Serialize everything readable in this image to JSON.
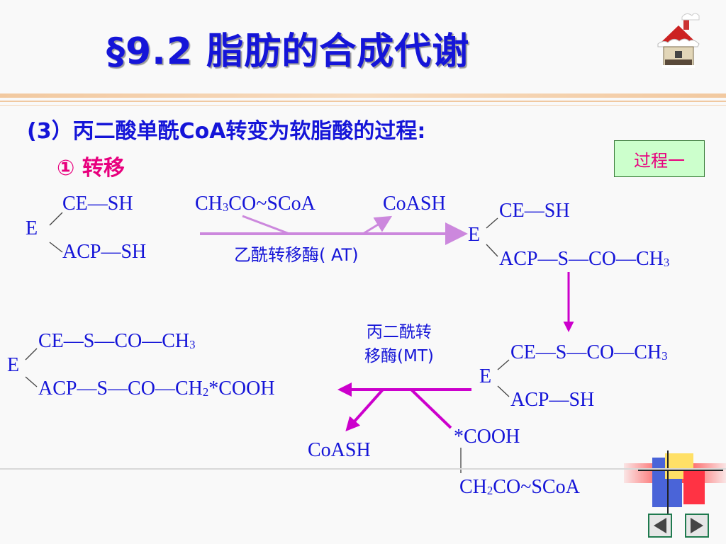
{
  "slide": {
    "title": "§9.2 脂肪的合成代谢",
    "subtitle": "(3）丙二酸单酰CoA转变为软脂酸的过程:",
    "step": "① 转移",
    "badge": "过程一"
  },
  "diagram": {
    "r1_left_top": "CE—SH",
    "r1_left_e": "E",
    "r1_left_bottom": "ACP—SH",
    "r1_sub_a": "CH",
    "r1_sub_b": "3",
    "r1_sub_c": "CO~SCoA",
    "r1_product": "CoASH",
    "r1_enzyme": "乙酰转移酶( AT)",
    "r1_right_top": "CE—SH",
    "r1_right_e": "E",
    "r1_right_bottom_a": "ACP—S—CO—CH",
    "r1_right_bottom_b": "3",
    "r2_enzyme_line1": "丙二酰转",
    "r2_enzyme_line2": "移酶(MT)",
    "r2_right_top_a": "CE—S—CO—CH",
    "r2_right_top_b": "3",
    "r2_right_e": "E",
    "r2_right_bottom": "ACP—SH",
    "r2_sub_top": "*COOH",
    "r2_sub_bottom_a": "CH",
    "r2_sub_bottom_b": "2",
    "r2_sub_bottom_c": "CO~SCoA",
    "r2_product": "CoASH",
    "r2_left_top_a": "CE—S—CO—CH",
    "r2_left_top_b": "3",
    "r2_left_e": "E",
    "r2_left_bottom_a": "ACP—S—CO—CH",
    "r2_left_bottom_b": "2",
    "r2_left_bottom_c": "*COOH"
  },
  "colors": {
    "title": "#1515d8",
    "accent": "#e8007e",
    "arrow": "#cc00cc",
    "arrow_light": "#cc88dd",
    "badge_bg": "#ccffcc"
  },
  "icons": {
    "top_right": "house-icon",
    "nav_prev": "triangle-left-icon",
    "nav_next": "triangle-right-icon"
  }
}
